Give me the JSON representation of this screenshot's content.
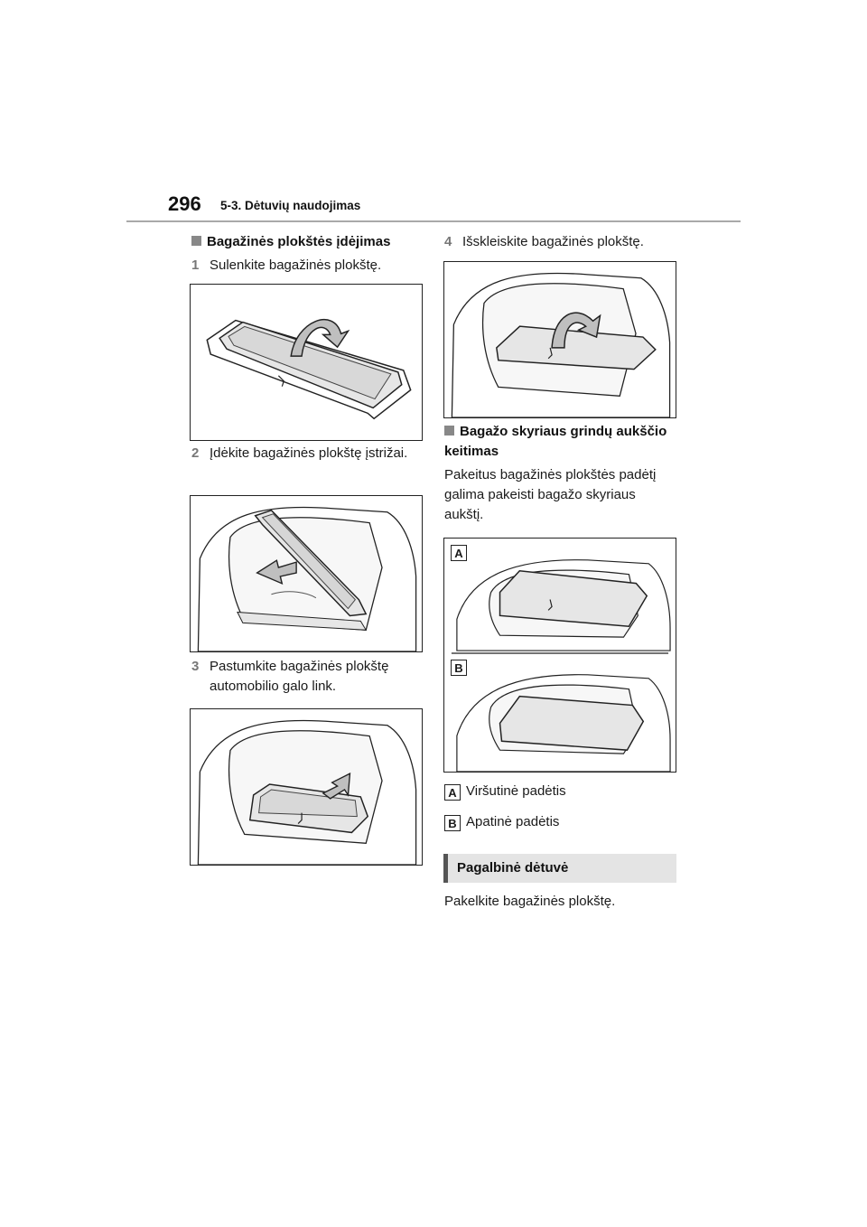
{
  "header": {
    "page_number": "296",
    "section": "5-3. Dėtuvių naudojimas"
  },
  "left": {
    "heading": "Bagažinės plokštės įdėjimas",
    "steps": [
      {
        "num": "1",
        "text": "Sulenkite bagažinės plokštę."
      },
      {
        "num": "2",
        "text": "Įdėkite bagažinės plokštę įstrižai."
      },
      {
        "num": "3",
        "text": "Pastumkite bagažinės plokštę automobilio galo link."
      }
    ]
  },
  "right": {
    "step4": {
      "num": "4",
      "text": "Išskleiskite bagažinės plokštę."
    },
    "heading": "Bagažo skyriaus grindų aukščio keitimas",
    "paragraph": "Pakeitus bagažinės plokštės padėtį galima pakeisti bagažo skyriaus aukštį.",
    "figure_labels": {
      "a": "A",
      "b": "B"
    },
    "legend": [
      {
        "key": "A",
        "text": "Viršutinė padėtis"
      },
      {
        "key": "B",
        "text": "Apatinė padėtis"
      }
    ],
    "subsection": "Pagalbinė dėtuvė",
    "final_text": "Pakelkite bagažinės plokštę."
  },
  "colors": {
    "panel_fill": "#e6e6e6",
    "arrow_fill": "#bfbfbf",
    "line": "#222222"
  }
}
